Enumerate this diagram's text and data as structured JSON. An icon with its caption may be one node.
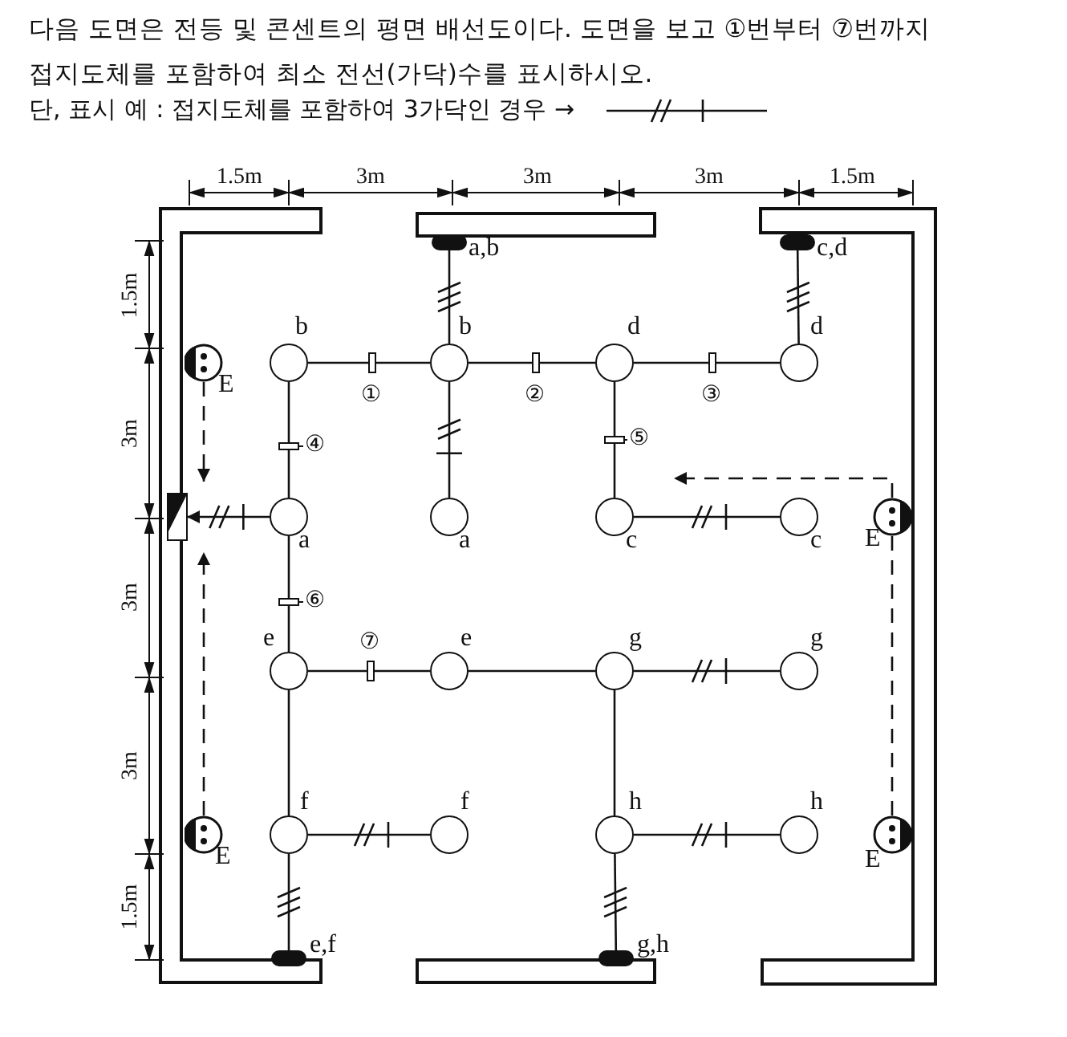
{
  "diagram": {
    "title": "다음 도면은 전등 및 콘센트의 평면 배선도이다. 도면을 보고 ①번부터 ⑦번까지 접지도체를 포함하여 최소 전선(가닥)수를 표시하시오.",
    "nodes": [
      {
        "text": [],
        "shape": "box",
        "beside": [
          "a,b"
        ]
      },
      {
        "text": [],
        "shape": "box",
        "beside": [
          "c,d"
        ]
      },
      {
        "text": [],
        "shape": "circle",
        "beside": [
          "E"
        ]
      },
      {
        "text": [],
        "shape": "circle",
        "beside": [
          "b"
        ]
      },
      {
        "text": [],
        "shape": "circle",
        "beside": [
          "b"
        ]
      },
      {
        "text": [],
        "shape": "circle",
        "beside": [
          "d"
        ]
      },
      {
        "text": [],
        "shape": "circle",
        "beside": [
          "d"
        ]
      },
      {
        "text": [],
        "shape": "box"
      },
      {
        "text": [],
        "shape": "circle",
        "beside": [
          "a"
        ]
      },
      {
        "text": [],
        "shape": "circle",
        "beside": [
          "a"
        ]
      },
      {
        "text": [],
        "shape": "circle",
        "beside": [
          "c"
        ]
      },
      {
        "text": [],
        "shape": "circle",
        "beside": [
          "c"
        ]
      },
      {
        "text": [],
        "shape": "circle",
        "beside": [
          "E"
        ]
      },
      {
        "text": [],
        "shape": "circle",
        "beside": [
          "e"
        ]
      },
      {
        "text": [],
        "shape": "circle",
        "beside": [
          "e"
        ]
      },
      {
        "text": [],
        "shape": "circle",
        "beside": [
          "g"
        ]
      },
      {
        "text": [],
        "shape": "circle",
        "beside": [
          "g"
        ]
      },
      {
        "text": [],
        "shape": "circle",
        "beside": [
          "E"
        ]
      },
      {
        "text": [],
        "shape": "circle",
        "beside": [
          "f"
        ]
      },
      {
        "text": [],
        "shape": "circle",
        "beside": [
          "f"
        ]
      },
      {
        "text": [],
        "shape": "circle",
        "beside": [
          "h"
        ]
      },
      {
        "text": [],
        "shape": "circle",
        "beside": [
          "h"
        ]
      },
      {
        "text": [],
        "shape": "circle",
        "beside": [
          "E"
        ]
      },
      {
        "text": [],
        "shape": "box",
        "beside": [
          "e,f"
        ]
      },
      {
        "text": [],
        "shape": "box",
        "beside": [
          "g,h"
        ]
      }
    ],
    "edges": [
      {
        "from": 0,
        "to": 4,
        "arrow": "none"
      },
      {
        "from": 3,
        "to": 4,
        "arrow": "none"
      },
      {
        "from": 4,
        "to": 5,
        "arrow": "none"
      },
      {
        "from": 5,
        "to": 6,
        "arrow": "none"
      },
      {
        "from": 1,
        "to": 6,
        "arrow": "none"
      },
      {
        "from": 4,
        "to": 9,
        "arrow": "none"
      },
      {
        "from": 3,
        "to": 8,
        "arrow": "none"
      },
      {
        "from": 5,
        "to": 10,
        "arrow": "none"
      },
      {
        "from": 10,
        "to": 11,
        "arrow": "none"
      },
      {
        "from": 8,
        "to": 7,
        "arrow": "to"
      },
      {
        "from": 8,
        "to": 13,
        "arrow": "none"
      },
      {
        "from": 13,
        "to": 14,
        "arrow": "none"
      },
      {
        "from": 14,
        "to": 15,
        "arrow": "none"
      },
      {
        "from": 15,
        "to": 16,
        "arrow": "none"
      },
      {
        "from": 13,
        "to": 18,
        "arrow": "none"
      },
      {
        "from": 18,
        "to": 19,
        "arrow": "none"
      },
      {
        "from": 18,
        "to": 23,
        "arrow": "none"
      },
      {
        "from": 15,
        "to": 20,
        "arrow": "none"
      },
      {
        "from": 20,
        "to": 21,
        "arrow": "none"
      },
      {
        "from": 20,
        "to": 24,
        "arrow": "none"
      },
      {
        "from": 2,
        "to": 7,
        "arrow": "to",
        "style": "dashed"
      },
      {
        "from": 17,
        "to": 7,
        "arrow": "to",
        "style": "dashed"
      },
      {
        "from": 12,
        "to": null,
        "arrow": "to",
        "style": "dashed"
      },
      {
        "from": 22,
        "to": 12,
        "arrow": "none",
        "style": "dashed"
      }
    ],
    "labels": [
      "단, 표시 예 : 접지도체를 포함하여 3가닥인 경우 →",
      "1.5m",
      "3m",
      "3m",
      "3m",
      "1.5m",
      "①",
      "②",
      "③",
      "④",
      "⑤",
      "⑥",
      "⑦",
      "1.5m",
      "3m",
      "3m",
      "3m",
      "1.5m"
    ]
  }
}
